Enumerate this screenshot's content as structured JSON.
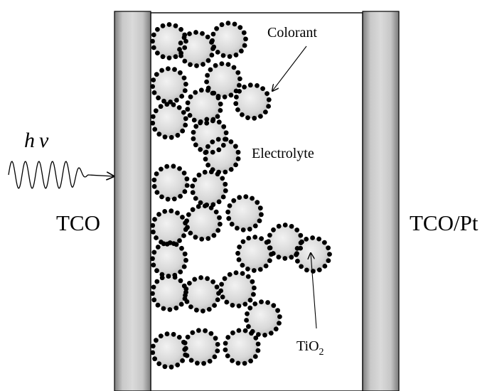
{
  "labels": {
    "colorant": "Colorant",
    "electrolyte": "Electrolyte",
    "hv_h": "h",
    "hv_nu": "ν",
    "tco_left": "TCO",
    "tco_right": "TCO/Pt",
    "tio2_base": "TiO",
    "tio2_sub": "2"
  },
  "colors": {
    "electrode_fill": "#c4c4c4",
    "electrode_edge": "#8e8e8e",
    "particle_fill": "#d7d7d7",
    "dye_dot": "#000000",
    "line": "#000000"
  },
  "icons": {
    "light_wave": "wavy-arrow-icon",
    "pointer": "arrow-icon"
  }
}
